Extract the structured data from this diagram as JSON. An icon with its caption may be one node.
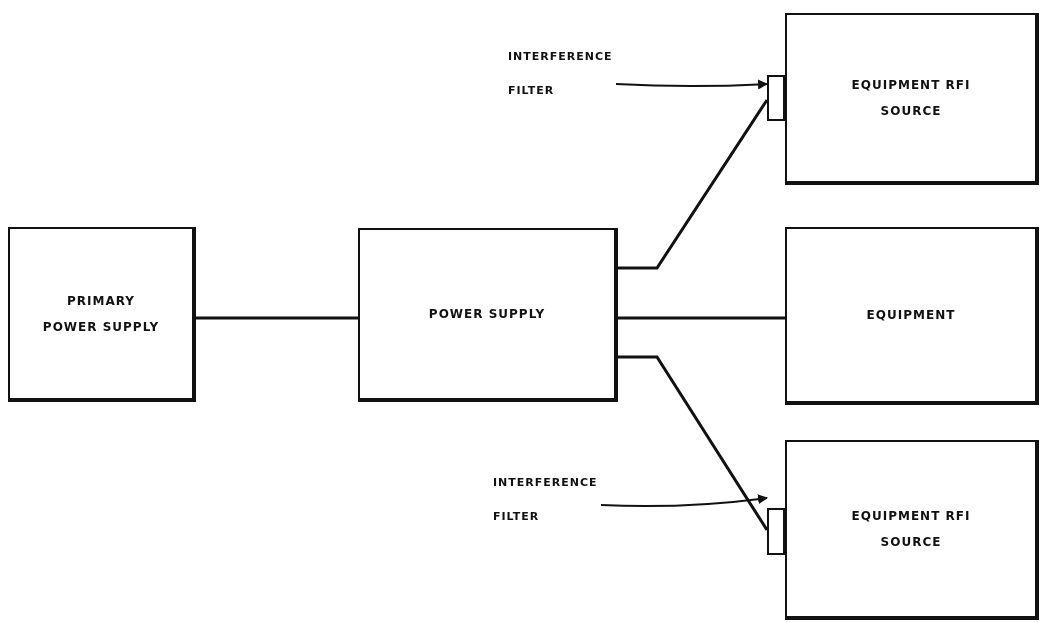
{
  "diagram": {
    "nodes": [
      {
        "text": [
          "PRIMARY POWER SUPPLY"
        ]
      },
      {
        "text": [
          "POWER SUPPLY"
        ]
      },
      {
        "text": [
          "EQUIPMENT RFI SOURCE"
        ]
      },
      {
        "text": [
          "EQUIPMENT"
        ]
      },
      {
        "text": [
          "EQUIPMENT RFI SOURCE"
        ]
      },
      {
        "text": [],
        "shape": "box"
      },
      {
        "text": [],
        "shape": "box"
      },
      {
        "text": [
          "INTERFERENCE FILTER"
        ]
      },
      {
        "text": [
          "INTERFERENCE FILTER"
        ]
      }
    ],
    "edges": [
      {
        "from": 0,
        "to": 1,
        "arrow": "none"
      },
      {
        "from": 1,
        "to": 5,
        "arrow": "none"
      },
      {
        "from": 1,
        "to": 3,
        "arrow": "none"
      },
      {
        "from": 1,
        "to": 6,
        "arrow": "none"
      },
      {
        "from": 7,
        "to": 5,
        "arrow": "to"
      },
      {
        "from": 8,
        "to": 6,
        "arrow": "to"
      }
    ]
  }
}
